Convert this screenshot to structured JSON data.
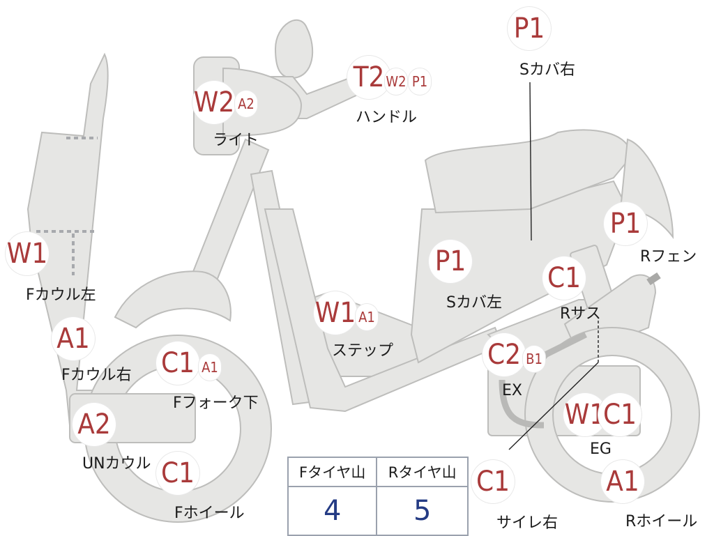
{
  "parts": [
    {
      "key": "s_cover_right",
      "label": "Sカバ右",
      "badges": [
        "P1"
      ]
    },
    {
      "key": "handle",
      "label": "ハンドル",
      "badges": [
        "T2",
        "W2",
        "P1"
      ]
    },
    {
      "key": "light",
      "label": "ライト",
      "badges": [
        "W2",
        "A2"
      ]
    },
    {
      "key": "f_cowl_left",
      "label": "Fカウル左",
      "badges": [
        "W1"
      ]
    },
    {
      "key": "f_cowl_right",
      "label": "Fカウル右",
      "badges": [
        "A1"
      ]
    },
    {
      "key": "un_cowl",
      "label": "UNカウル",
      "badges": [
        "A2"
      ]
    },
    {
      "key": "f_fork_lower",
      "label": "Fフォーク下",
      "badges": [
        "C1",
        "A1"
      ]
    },
    {
      "key": "f_wheel",
      "label": "Fホイール",
      "badges": [
        "C1"
      ]
    },
    {
      "key": "step",
      "label": "ステップ",
      "badges": [
        "W1",
        "A1"
      ]
    },
    {
      "key": "s_cover_left",
      "label": "Sカバ左",
      "badges": [
        "P1"
      ]
    },
    {
      "key": "r_fender",
      "label": "Rフェン",
      "badges": [
        "P1"
      ]
    },
    {
      "key": "r_sus",
      "label": "Rサス",
      "badges": [
        "C1"
      ]
    },
    {
      "key": "ex",
      "label": "EX",
      "badges": [
        "C2",
        "B1"
      ]
    },
    {
      "key": "eg",
      "label": "EG",
      "badges": [
        "W1",
        "C1"
      ]
    },
    {
      "key": "silencer_right",
      "label": "サイレ右",
      "badges": [
        "C1"
      ]
    },
    {
      "key": "r_wheel",
      "label": "Rホイール",
      "badges": [
        "A1"
      ]
    }
  ],
  "tire_table": {
    "headers": [
      "Fタイヤ山",
      "Rタイヤ山"
    ],
    "values": [
      "4",
      "5"
    ]
  },
  "colors": {
    "body_fill": "#e6e6e4",
    "body_stroke": "#b8b8b6",
    "badge_text": "#a93a3a",
    "table_value": "#243b84",
    "table_border": "#9aa1ad"
  }
}
